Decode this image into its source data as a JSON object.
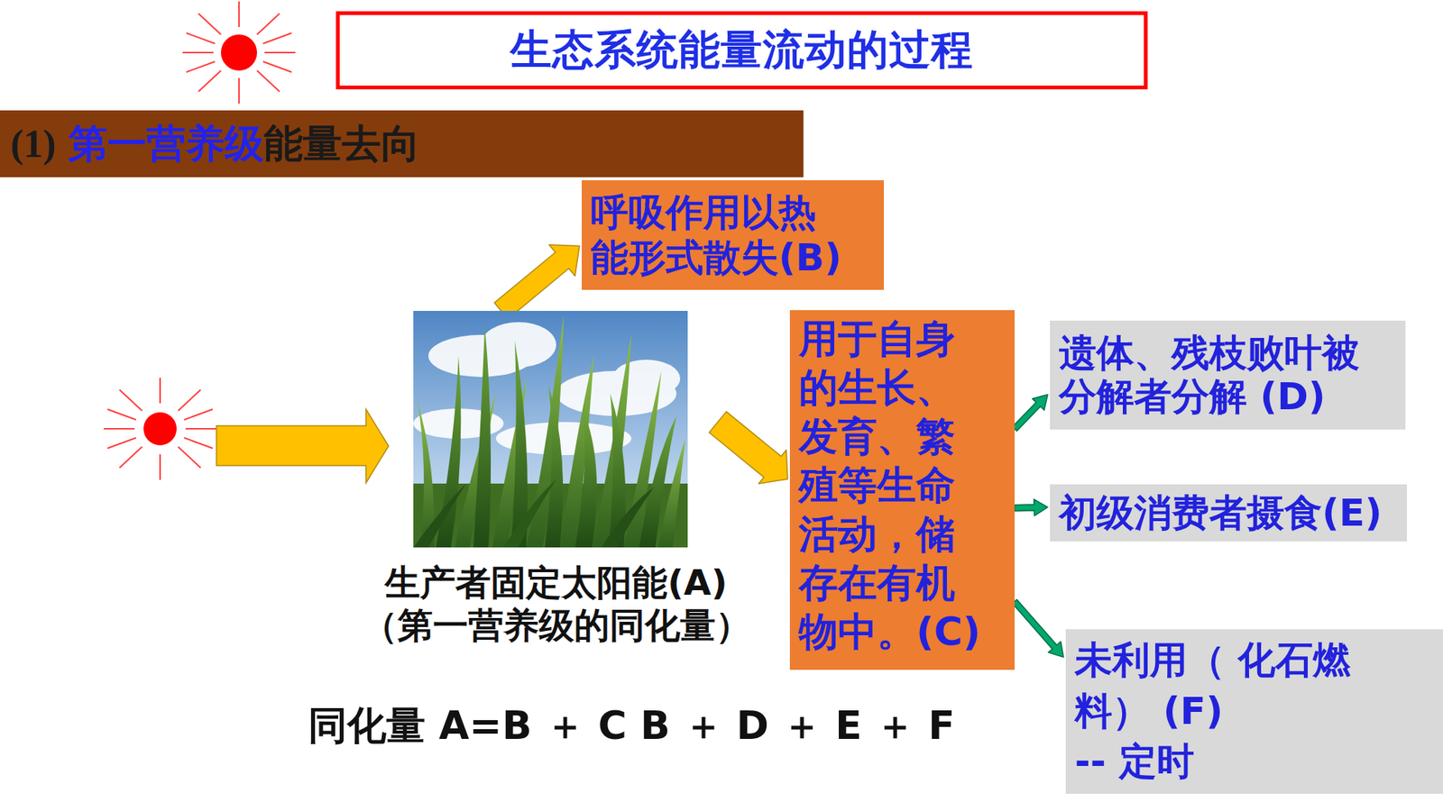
{
  "diagram": {
    "title": "生态系统能量流动的过程",
    "nodes": [
      {
        "text": [
          "(1)",
          "第一营养级",
          "能量去向"
        ]
      },
      {
        "text": [
          "生产者固定太阳能(A)",
          "（第一营养级的同化量）"
        ]
      },
      {
        "text": [
          "呼吸作用以热能形式散失(B)"
        ]
      },
      {
        "text": [
          "用于自身的生长、发育、繁殖等生命活动，储存在有机物中。(C)"
        ]
      },
      {
        "text": [
          "遗体、残枝败叶被分解者分解 (D)"
        ]
      },
      {
        "text": [
          "初级消费者摄食(E)"
        ]
      },
      {
        "text": [
          "未利用（ 化石燃料） (F)",
          "-- 定时"
        ]
      }
    ],
    "edges": [
      {
        "from": 1,
        "to": 2,
        "arrow": "to"
      },
      {
        "from": 1,
        "to": 3,
        "arrow": "to"
      },
      {
        "from": 3,
        "to": 4,
        "arrow": "to"
      },
      {
        "from": 3,
        "to": 5,
        "arrow": "to"
      },
      {
        "from": 3,
        "to": 6,
        "arrow": "to"
      }
    ],
    "labels": [
      "同化量 A=B ＋ C B ＋ D ＋ E ＋ F"
    ]
  }
}
